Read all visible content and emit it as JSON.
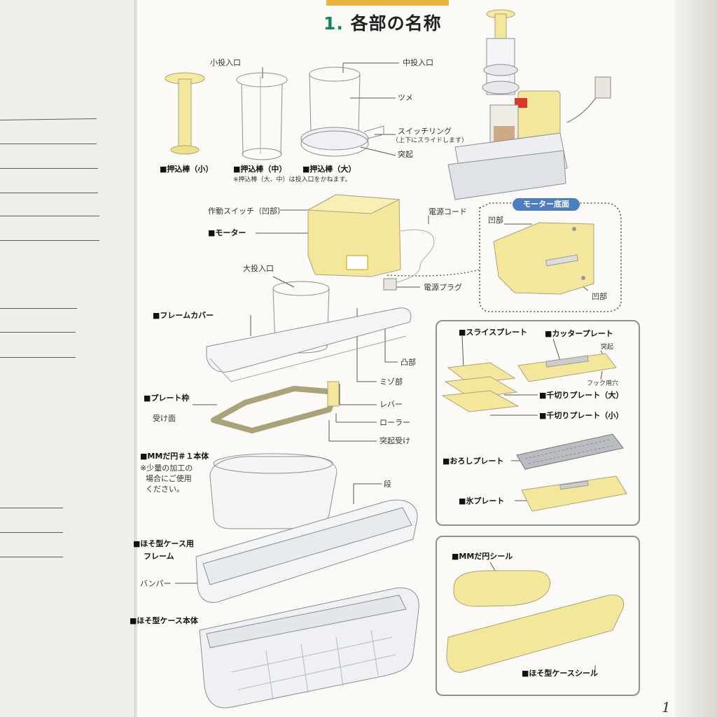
{
  "header": {
    "number": "1.",
    "title": "各部の名称"
  },
  "page_number": "1",
  "labels": {
    "small_inlet": "小投入口",
    "mid_inlet": "中投入口",
    "tsume": "ツメ",
    "switch_ring": "スイッチリング",
    "switch_ring_note": "（上下にスライドします）",
    "protrusion_top": "突起",
    "pusher_small": "■押込棒（小）",
    "pusher_mid": "■押込棒（中）",
    "pusher_large": "■押込棒（大）",
    "pusher_note": "※押込棒（大、中）は投入口をかねます。",
    "activate_switch": "作動スイッチ（凹部）",
    "motor": "■モーター",
    "power_cord": "電源コード",
    "power_plug": "電源プラグ",
    "motor_bottom": "モーター底面",
    "recess_a": "凹部",
    "recess_b": "凹部",
    "large_inlet": "大投入口",
    "frame_cover": "■フレームカバー",
    "boss": "凸部",
    "groove": "ミゾ部",
    "plate_frame": "■プレート枠",
    "receiving_face": "受け面",
    "lever": "レバー",
    "roller": "ローラー",
    "protrusion_receiver": "突起受け",
    "mm_body": "■MMだ円＃１本体",
    "mm_note_1": "※少量の加工の",
    "mm_note_2": "場合にご使用",
    "mm_note_3": "ください。",
    "step": "段",
    "thin_case_frame_1": "■ほそ型ケース用",
    "thin_case_frame_2": "フレーム",
    "bumper": "バンパー",
    "thin_case_body": "■ほそ型ケース本体",
    "slice_plate": "■スライスプレート",
    "cutter_plate": "■カッタープレート",
    "protrusion_plate": "突起",
    "hook_hole": "フック用穴",
    "julienne_large": "■千切りプレート（大）",
    "julienne_small": "■千切りプレート（小）",
    "grater_plate": "■おろしプレート",
    "ice_plate": "■氷プレート",
    "mm_seal": "■MMだ円シール",
    "thin_case_seal": "■ほそ型ケースシール"
  },
  "colors": {
    "accent_green": "#0e8a52",
    "badge_blue": "#4d7dc1",
    "part_yellow": "#f3e79b",
    "title_tab": "#e8b43a"
  }
}
